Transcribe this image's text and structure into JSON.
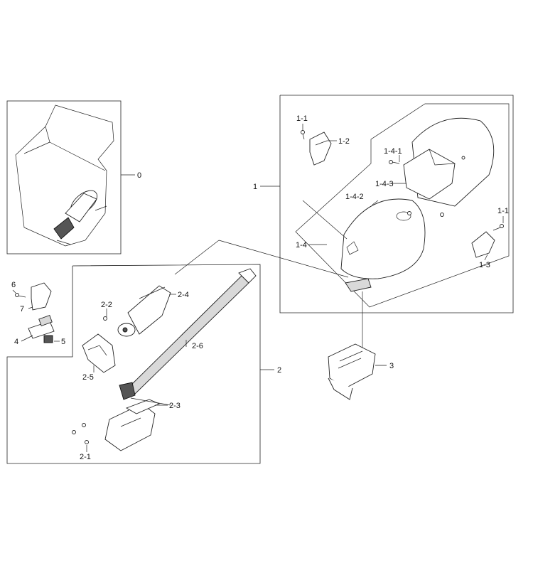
{
  "labels": {
    "l0": "0",
    "l1": "1",
    "l1_1a": "1-1",
    "l1_2": "1-2",
    "l1_1b": "1-1",
    "l1_3": "1-3",
    "l1_4": "1-4",
    "l1_4_1": "1-4-1",
    "l1_4_2": "1-4-2",
    "l1_4_3": "1-4-3",
    "l2": "2",
    "l2_1": "2-1",
    "l2_2": "2-2",
    "l2_3": "2-3",
    "l2_4": "2-4",
    "l2_5": "2-5",
    "l2_6": "2-6",
    "l3": "3",
    "l4": "4",
    "l5": "5",
    "l6": "6",
    "l7": "7"
  }
}
